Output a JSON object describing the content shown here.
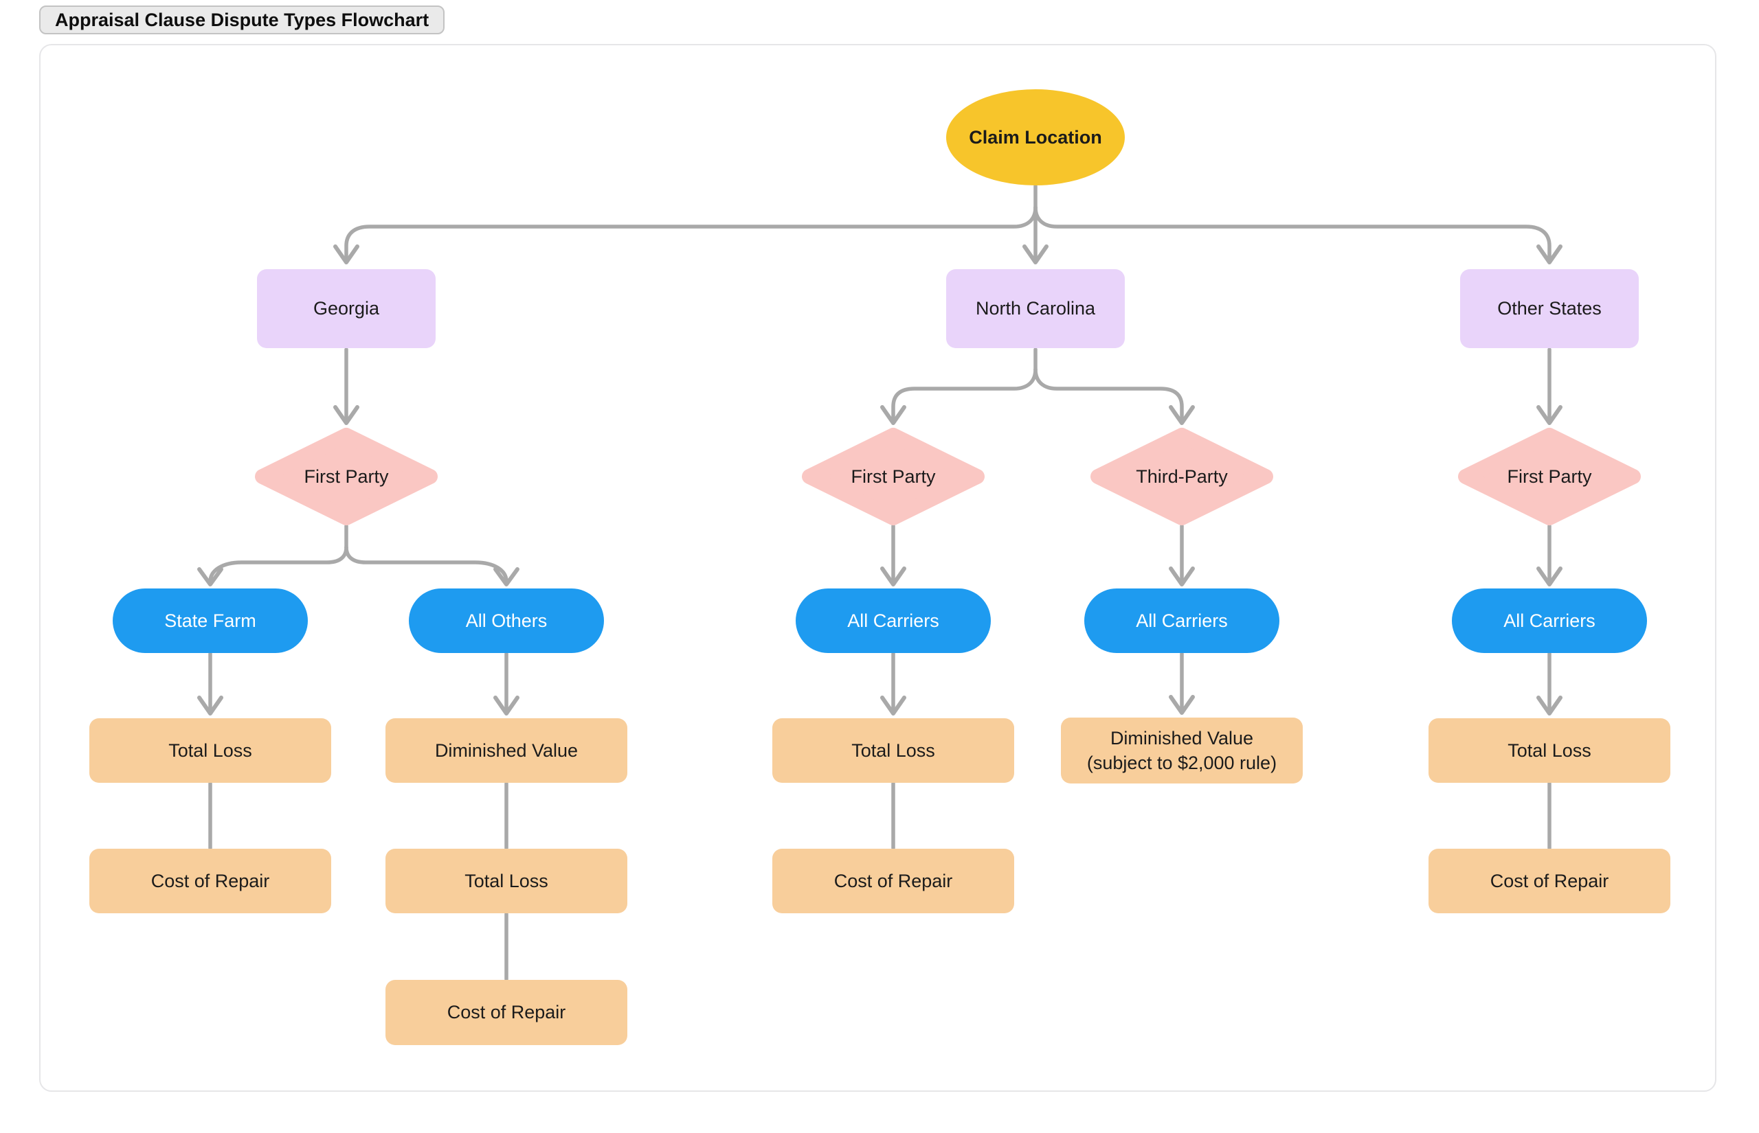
{
  "title_tab": {
    "label": "Appraisal Clause Dispute Types Flowchart"
  },
  "colors": {
    "start_node": "#f7c52b",
    "state_node": "#e9d4fa",
    "decision_node": "#fac7c3",
    "carrier_node": "#1e9bf0",
    "outcome_node": "#f8ce9b",
    "connector": "#a9a9a9",
    "canvas_border": "#e6e6e8",
    "tab_background": "#eaeaea"
  },
  "flowchart": {
    "root": {
      "label": "Claim Location"
    },
    "branches": [
      {
        "state": {
          "label": "Georgia"
        },
        "decisions": [
          {
            "label": "First Party",
            "carriers": [
              {
                "label": "State Farm",
                "outcomes": [
                  {
                    "label": "Total Loss"
                  },
                  {
                    "label": "Cost of Repair"
                  }
                ]
              },
              {
                "label": "All Others",
                "outcomes": [
                  {
                    "label": "Diminished Value"
                  },
                  {
                    "label": "Total Loss"
                  },
                  {
                    "label": "Cost of Repair"
                  }
                ]
              }
            ]
          }
        ]
      },
      {
        "state": {
          "label": "North Carolina"
        },
        "decisions": [
          {
            "label": "First Party",
            "carriers": [
              {
                "label": "All Carriers",
                "outcomes": [
                  {
                    "label": "Total Loss"
                  },
                  {
                    "label": "Cost of Repair"
                  }
                ]
              }
            ]
          },
          {
            "label": "Third-Party",
            "carriers": [
              {
                "label": "All Carriers",
                "outcomes": [
                  {
                    "label": "Diminished Value",
                    "sublabel": "(subject to $2,000 rule)"
                  }
                ]
              }
            ]
          }
        ]
      },
      {
        "state": {
          "label": "Other States"
        },
        "decisions": [
          {
            "label": "First Party",
            "carriers": [
              {
                "label": "All Carriers",
                "outcomes": [
                  {
                    "label": "Total Loss"
                  },
                  {
                    "label": "Cost of Repair"
                  }
                ]
              }
            ]
          }
        ]
      }
    ]
  }
}
